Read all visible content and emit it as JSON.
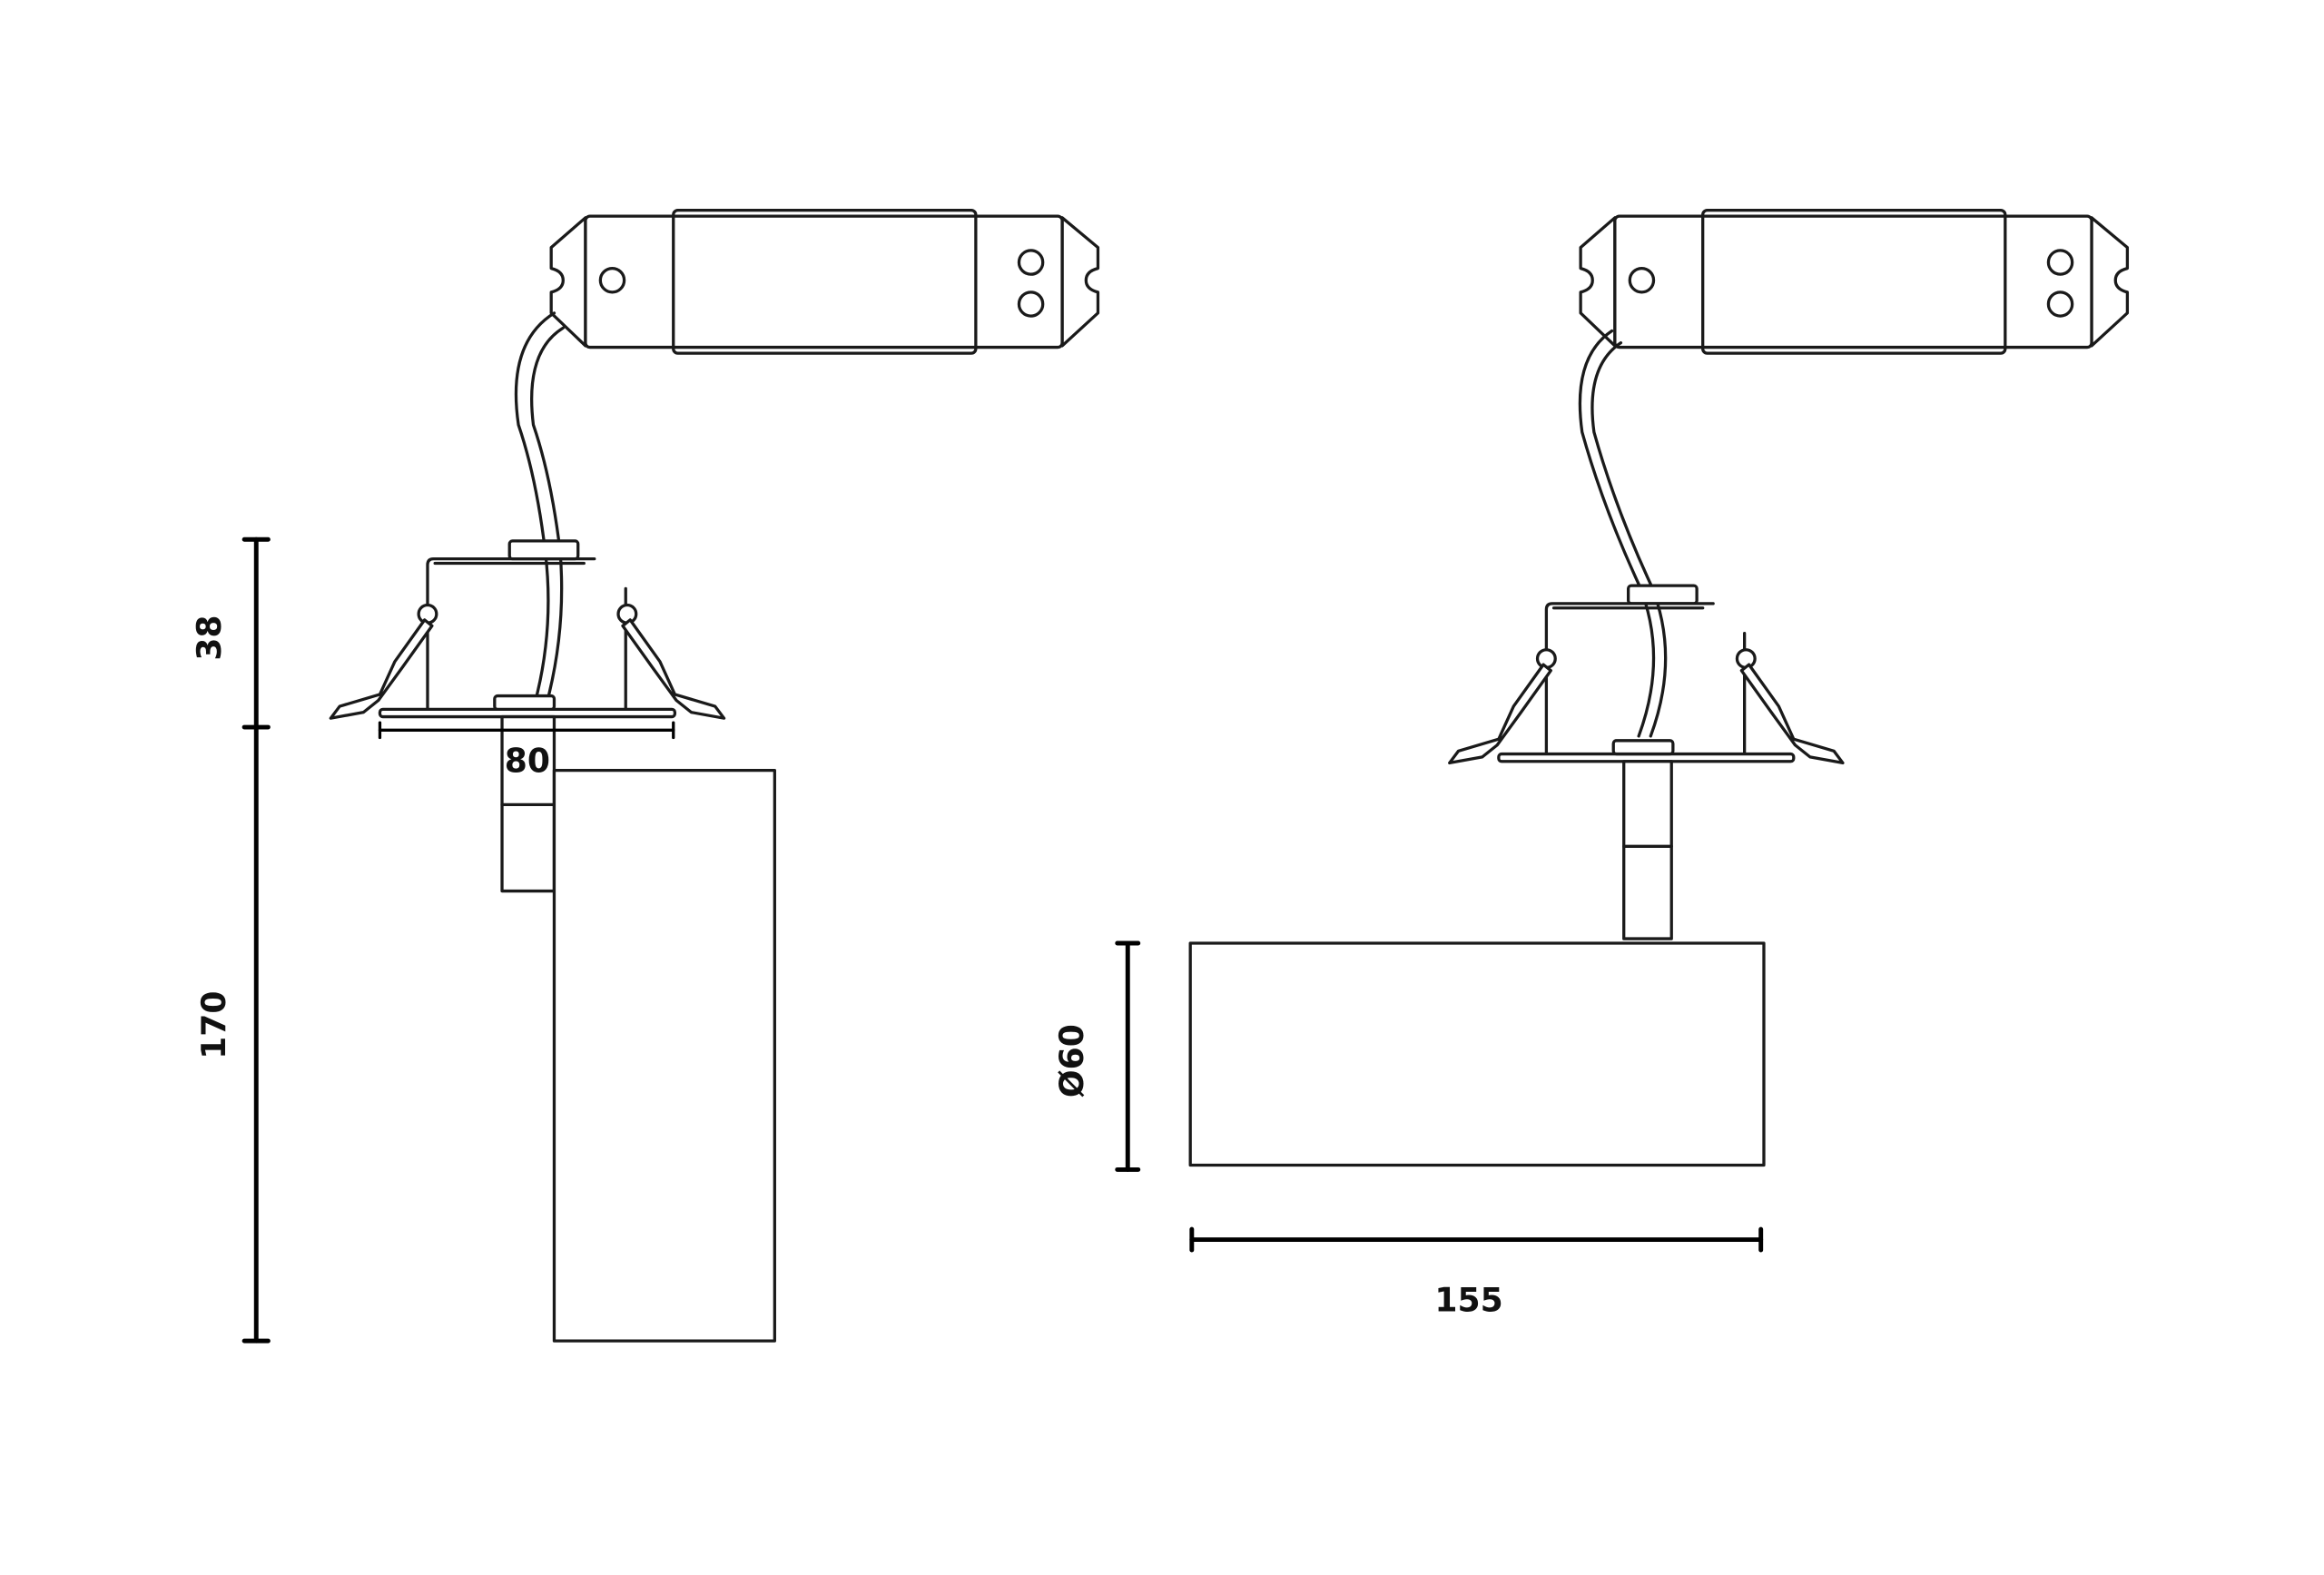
{
  "title": "Recessed spotlight with driver – dimension drawing",
  "dimensions": {
    "recess_height": "38",
    "body_height": "170",
    "cutout_width": "80",
    "diameter": "Ø60",
    "length": "155"
  },
  "views": [
    "front-view",
    "side-view"
  ],
  "colors": {
    "line": "#1a1a1a",
    "background": "#ffffff"
  }
}
